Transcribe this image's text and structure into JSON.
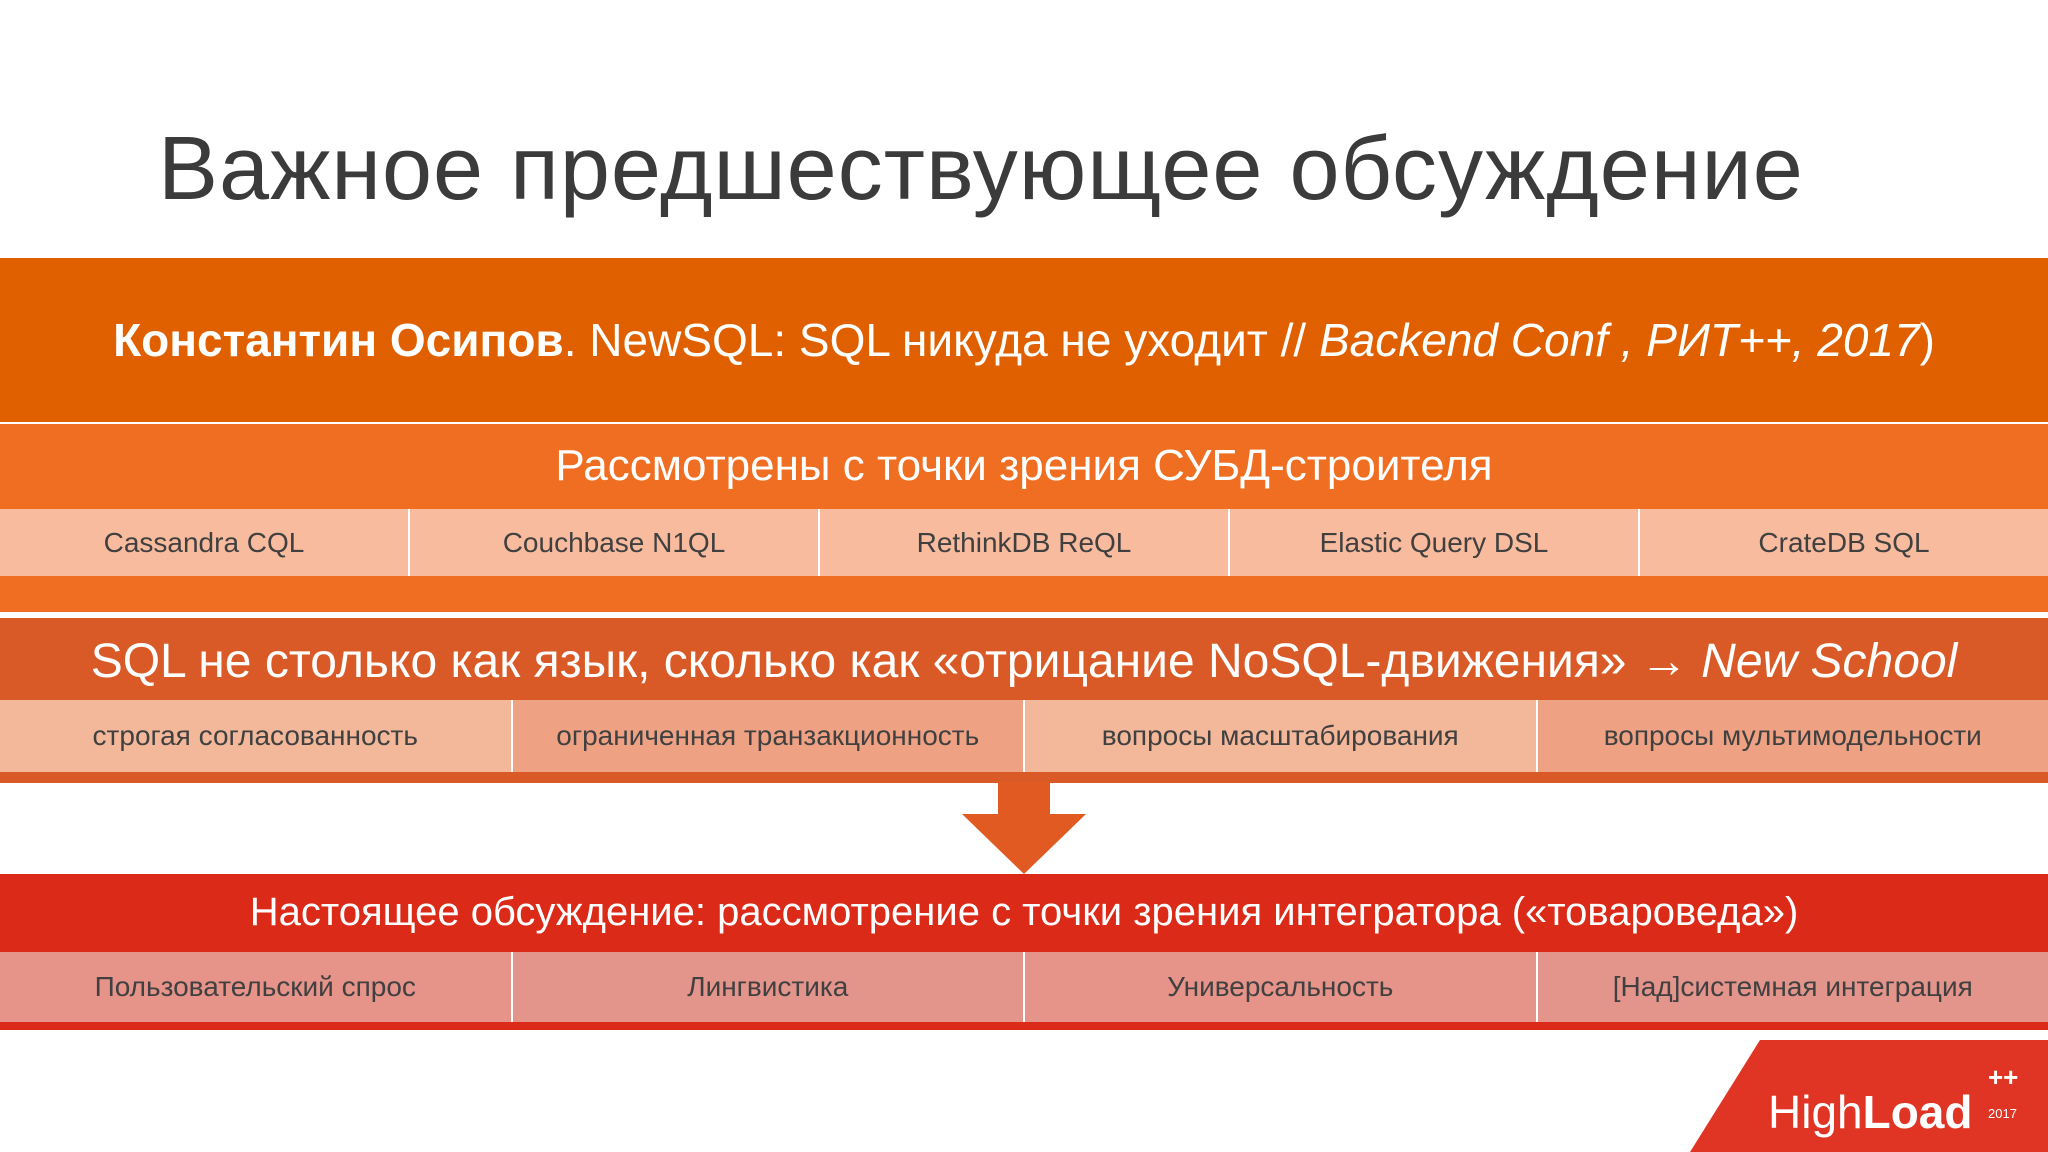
{
  "title": "Важное предшествующее обсуждение",
  "reference": {
    "author": "Константин Осипов",
    "after_author": ". NewSQL: SQL никуда не уходит // ",
    "venue": "Backend Conf , РИТ++, 2017",
    "closing": ")"
  },
  "section1": {
    "title": "Рассмотрены с точки зрения СУБД-строителя",
    "items": [
      "Cassandra CQL",
      "Couchbase N1QL",
      "RethinkDB ReQL",
      "Elastic Query DSL",
      "CrateDB SQL"
    ]
  },
  "section2": {
    "title_main": "SQL не столько как язык, сколько как «отрицание NoSQL-движения» → ",
    "title_em": "New School",
    "items": [
      "строгая согласованность",
      "ограниченная транзакционность",
      "вопросы масштабирования",
      "вопросы мультимодельности"
    ]
  },
  "section3": {
    "title": "Настоящее обсуждение: рассмотрение с точки зрения интегратора («товароведа»)",
    "items": [
      "Пользовательский спрос",
      "Лингвистика",
      "Универсальность",
      "[Над]системная интеграция"
    ]
  },
  "logo": {
    "text_light": "High",
    "text_bold": "Load",
    "superscript": "++",
    "year": "2017"
  },
  "colors": {
    "reference_band": "#e06000",
    "section1_band": "#f06e22",
    "section2_band": "#d95a26",
    "section3_band": "#db2a18",
    "arrow": "#e05a22",
    "logo_red": "#e03525"
  }
}
